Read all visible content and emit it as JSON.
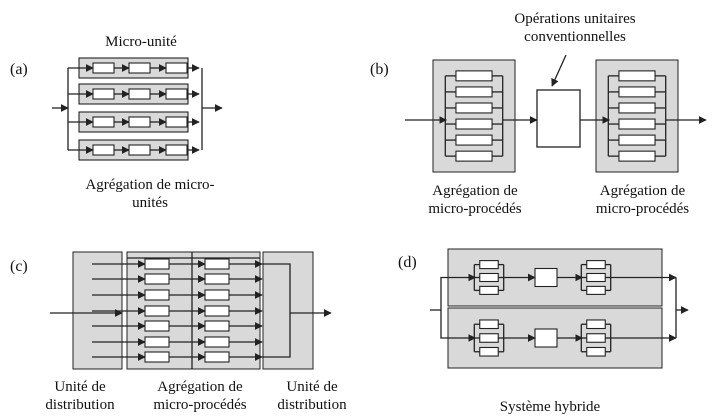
{
  "panels": {
    "a": {
      "tag": "(a)",
      "micro_unit_label": "Micro-unité",
      "aggregation_label_line1": "Agrégation de micro-",
      "aggregation_label_line2": "unités"
    },
    "b": {
      "tag": "(b)",
      "conventional_label_line1": "Opérations unitaires",
      "conventional_label_line2": "conventionnelles",
      "left_label_line1": "Agrégation de",
      "left_label_line2": "micro-procédés",
      "right_label_line1": "Agrégation de",
      "right_label_line2": "micro-procédés"
    },
    "c": {
      "tag": "(c)",
      "left_label_line1": "Unité de",
      "left_label_line2": "distribution",
      "middle_label_line1": "Agrégation de",
      "middle_label_line2": "micro-procédés",
      "right_label_line1": "Unité de",
      "right_label_line2": "distribution"
    },
    "d": {
      "tag": "(d)",
      "caption": "Système hybride"
    }
  },
  "colors": {
    "stroke": "#222222",
    "shaded_fill": "#d9d9d9",
    "cell_fill": "#ffffff"
  }
}
